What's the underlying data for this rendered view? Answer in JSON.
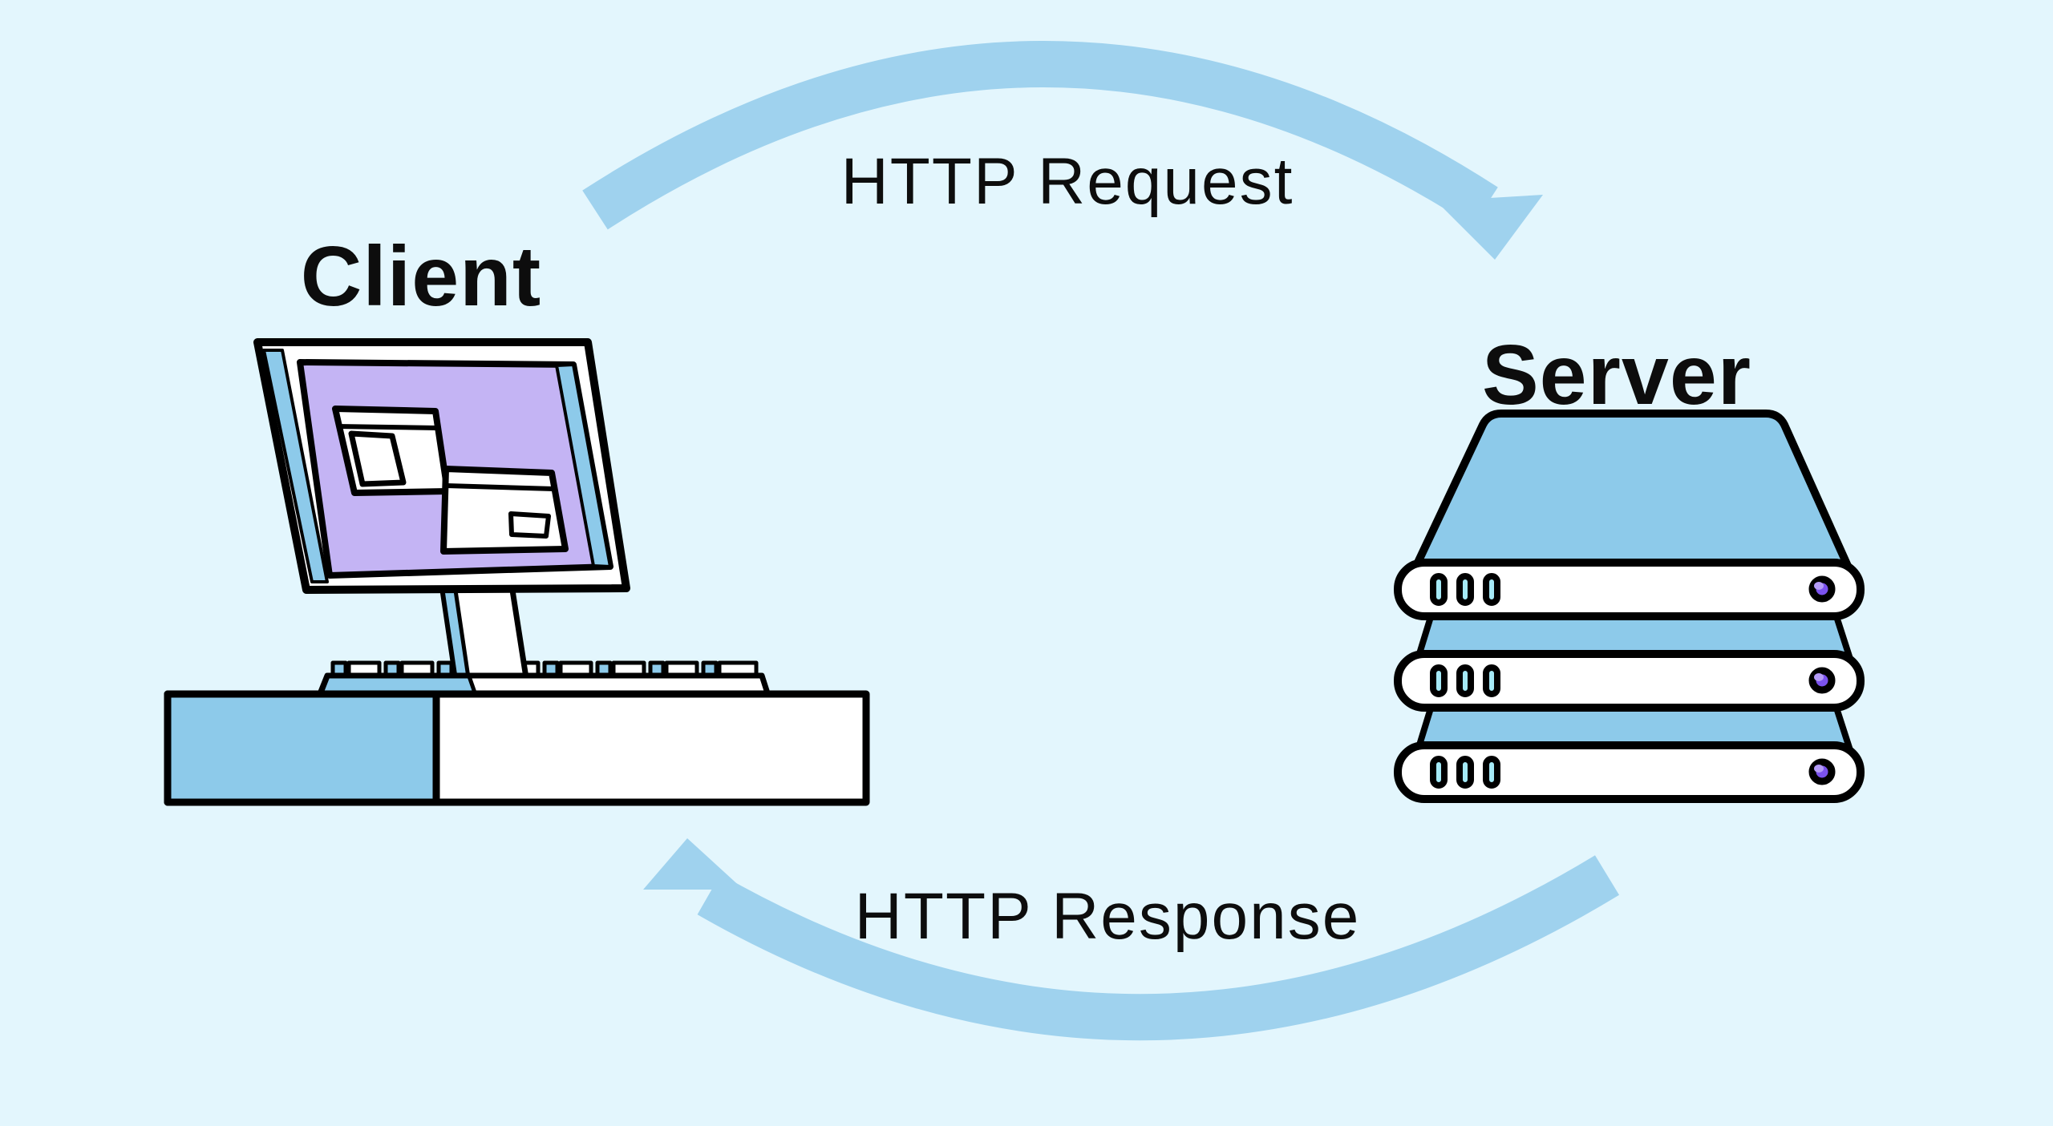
{
  "diagram": {
    "labels": {
      "client": "Client",
      "server": "Server",
      "http_request": "HTTP Request",
      "http_response": "HTTP Response"
    },
    "colors": {
      "background": "#E3F6FD",
      "arrow_blue": "#9FD2EE",
      "fill_blue": "#8DCAEA",
      "screen_purple": "#C4B4F4",
      "slot_cyan": "#A5EAF7",
      "led_purple": "#7B52EE",
      "led_highlight": "#B49BF7",
      "surface_white": "#FFFFFF",
      "outline_black": "#000000",
      "text_black": "#0D0D0D"
    },
    "icons": {
      "client_computer": "desktop-computer-icon",
      "server_stack": "server-stack-icon",
      "request_arrow": "arc-arrow-right-icon",
      "response_arrow": "arc-arrow-left-icon"
    }
  }
}
